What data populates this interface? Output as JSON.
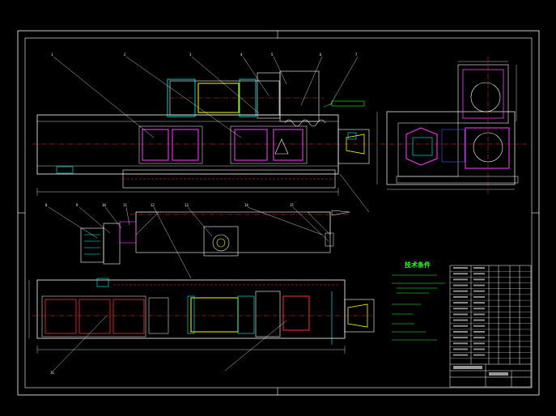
{
  "drawing": {
    "title_block": {
      "drawing_no": "",
      "sheet": "",
      "rows": 6
    },
    "tech_requirements": {
      "title": "技术条件",
      "lines": [
        "",
        "",
        "",
        "",
        "",
        "",
        ""
      ]
    },
    "part_labels": [
      "1",
      "2",
      "3",
      "4",
      "5",
      "6",
      "7",
      "8",
      "9",
      "10",
      "11",
      "12",
      "13",
      "14",
      "15",
      "16"
    ],
    "colors": {
      "background": "#000000",
      "frame": "#ffffff",
      "yellow": "#ffff00",
      "cyan": "#00ffff",
      "magenta": "#ff40ff",
      "red": "#ff3030",
      "green": "#2fff2f",
      "blue": "#4060ff"
    }
  }
}
